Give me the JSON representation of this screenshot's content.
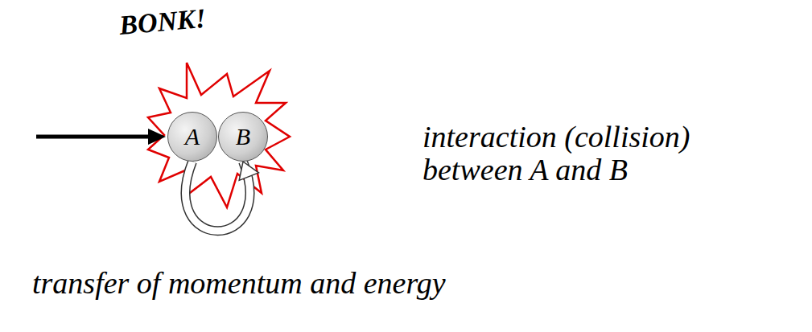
{
  "diagram": {
    "nodes": [
      {
        "text": [
          "A"
        ]
      },
      {
        "text": [
          "B"
        ]
      }
    ],
    "edges": [
      {
        "from": 0,
        "to": 1,
        "arrow": "to"
      }
    ],
    "labels": [
      "BONK!",
      "interaction (collision) between A and B",
      "transfer of momentum and energy"
    ]
  }
}
